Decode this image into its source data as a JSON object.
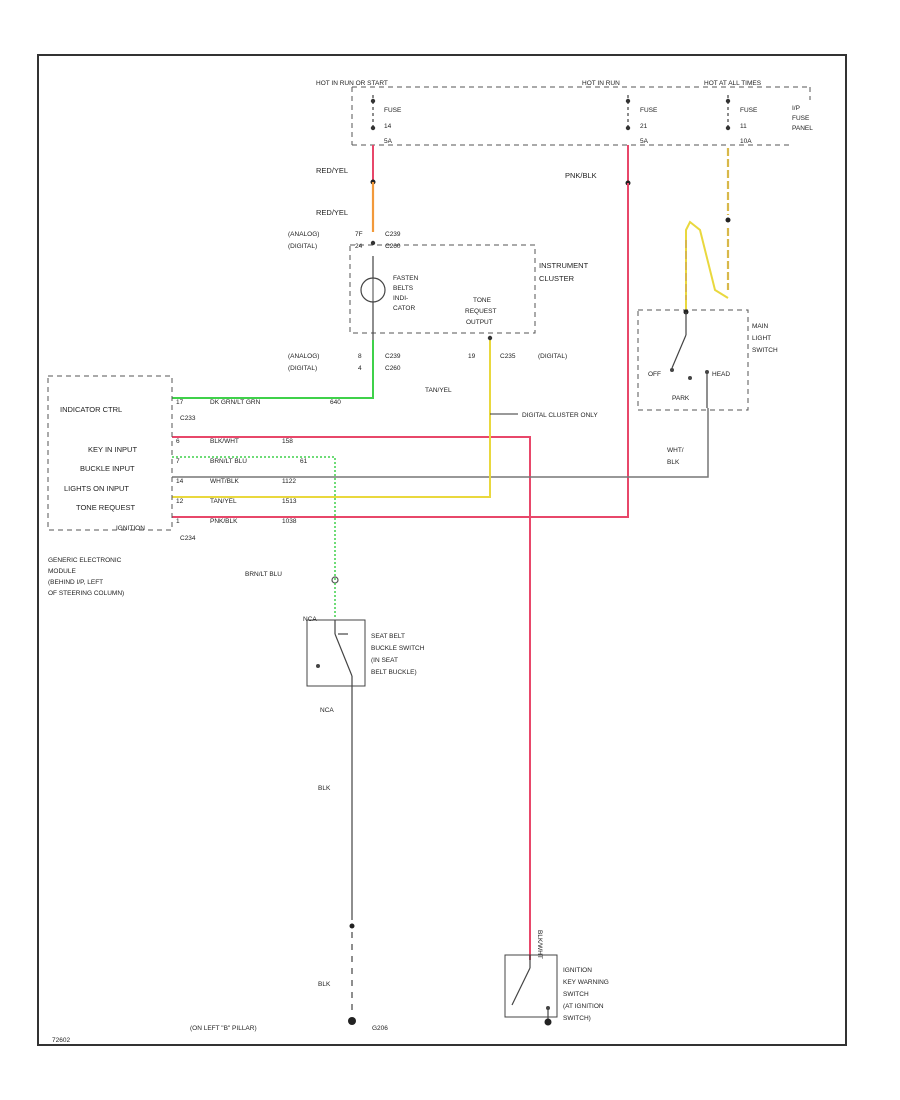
{
  "diagram_id": "72602",
  "power_bus": {
    "hot_run_start": "HOT IN RUN OR START",
    "hot_run": "HOT IN RUN",
    "hot_all_times": "HOT AT ALL TIMES"
  },
  "fuses": [
    {
      "label": "FUSE",
      "num": "14",
      "amps": "5A"
    },
    {
      "label": "FUSE",
      "num": "21",
      "amps": "5A"
    },
    {
      "label": "FUSE",
      "num": "11",
      "amps": "10A"
    }
  ],
  "fuse_panel": [
    "I/P",
    "FUSE",
    "PANEL"
  ],
  "wires": {
    "red_yel": "RED/YEL",
    "pnk_blk": "PNK/BLK",
    "lg_brn_lt_grn": "DK GRN/LT GRN",
    "lg_brn_lt_grn_code": "640",
    "ign_run": "BLK/WHT",
    "ign_run_code": "158",
    "brn_lt_blu": "BRN/LT BLU",
    "brn_lt_blu_code": "61",
    "wht_blk": "WHT/BLK",
    "wht_blk_code": "1122",
    "tan_yel": "TAN/YEL",
    "tan_yel_code": "1513",
    "pnk_blk_code": "1038",
    "blk": "BLK",
    "wht_blk_switch": "WHT/",
    "wht_blk_switch_2": "BLK"
  },
  "cluster": {
    "connector_analog": "(ANALOG)",
    "connector_digital": "(DIGITAL)",
    "pin_analog_top": "7F",
    "pin_digital_top": "24",
    "conn_top_analog": "C239",
    "conn_top_digital": "C260",
    "pin_analog_bot": "8",
    "pin_digital_bot": "4",
    "conn_bot_analog": "C239",
    "conn_bot_digital": "C260",
    "title": [
      "INSTRUMENT",
      "CLUSTER"
    ],
    "lamp": [
      "FASTEN",
      "BELTS",
      "INDI-",
      "CATOR"
    ],
    "tone": [
      "TONE",
      "REQUEST",
      "OUTPUT"
    ],
    "tone_pin": "19",
    "tone_conn": "C235",
    "tone_conn_digital": "(DIGITAL)",
    "digital_note": "DIGITAL CLUSTER ONLY"
  },
  "module": {
    "name": [
      "GENERIC ELECTRONIC",
      "MODULE",
      "(BEHIND I/P, LEFT",
      "OF STEERING COLUMN)"
    ],
    "connector_top": "C233",
    "connector_bottom": "C234",
    "inputs": [
      {
        "label": "INDICATOR CTRL",
        "pin": "17"
      },
      {
        "label": "KEY IN INPUT",
        "pin": "6"
      },
      {
        "label": "BUCKLE INPUT",
        "pin": "7"
      },
      {
        "label": "LIGHTS ON INPUT",
        "pin": "14"
      },
      {
        "label": "TONE REQUEST",
        "pin": "12"
      },
      {
        "label": "IGNITION",
        "pin": "1"
      }
    ]
  },
  "main_light_switch": [
    "MAIN",
    "LIGHT",
    "SWITCH"
  ],
  "switch_positions": {
    "off": "OFF",
    "park": "PARK",
    "head": "HEAD"
  },
  "seat_belt_switch": [
    "SEAT BELT",
    "BUCKLE SWITCH",
    "(IN SEAT",
    "BELT BUCKLE)"
  ],
  "nca": "NCA",
  "ignition_switch": [
    "IGNITION",
    "KEY WARNING",
    "SWITCH",
    "(AT IGNITION",
    "SWITCH)"
  ],
  "ground": {
    "location": "(ON LEFT \"B\" PILLAR)",
    "id": "G206"
  },
  "colors": {
    "red": "#e8476a",
    "pink": "#e8476a",
    "orange": "#f2993a",
    "green": "#3fd14a",
    "yellow": "#e9d83e",
    "tan": "#d8b84a",
    "gray": "#555555",
    "black": "#2a2a2a"
  }
}
